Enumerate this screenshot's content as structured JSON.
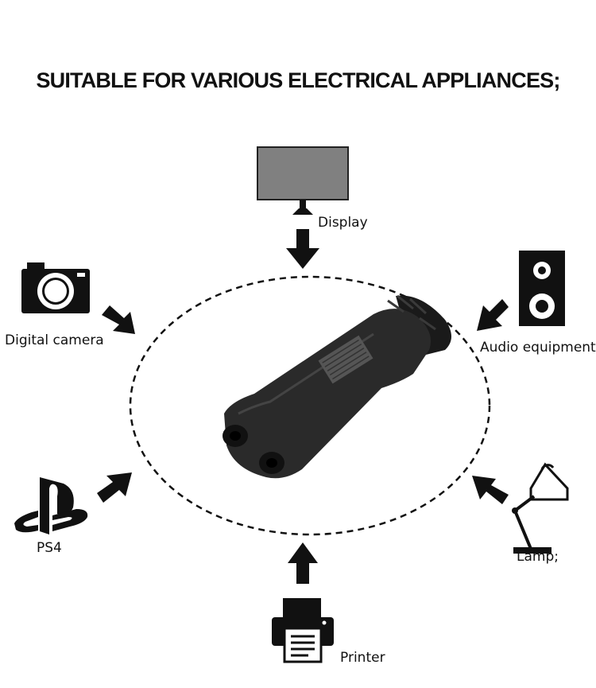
{
  "headline": "SUITABLE FOR VARIOUS ELECTRICAL APPLIANCES;",
  "center": {
    "icon": "figure-8-power-connector"
  },
  "devices": [
    {
      "id": "display",
      "label": "Display",
      "icon": "display-icon"
    },
    {
      "id": "camera",
      "label": "Digital camera",
      "icon": "camera-icon"
    },
    {
      "id": "audio",
      "label": "Audio equipment",
      "icon": "speaker-icon"
    },
    {
      "id": "ps4",
      "label": "PS4",
      "icon": "playstation-logo"
    },
    {
      "id": "lamp",
      "label": "Lamp;",
      "icon": "desk-lamp-icon"
    },
    {
      "id": "printer",
      "label": "Printer",
      "icon": "printer-icon"
    }
  ],
  "colors": {
    "icon": "#111111",
    "screen": "#808080",
    "dash": "#111111"
  }
}
